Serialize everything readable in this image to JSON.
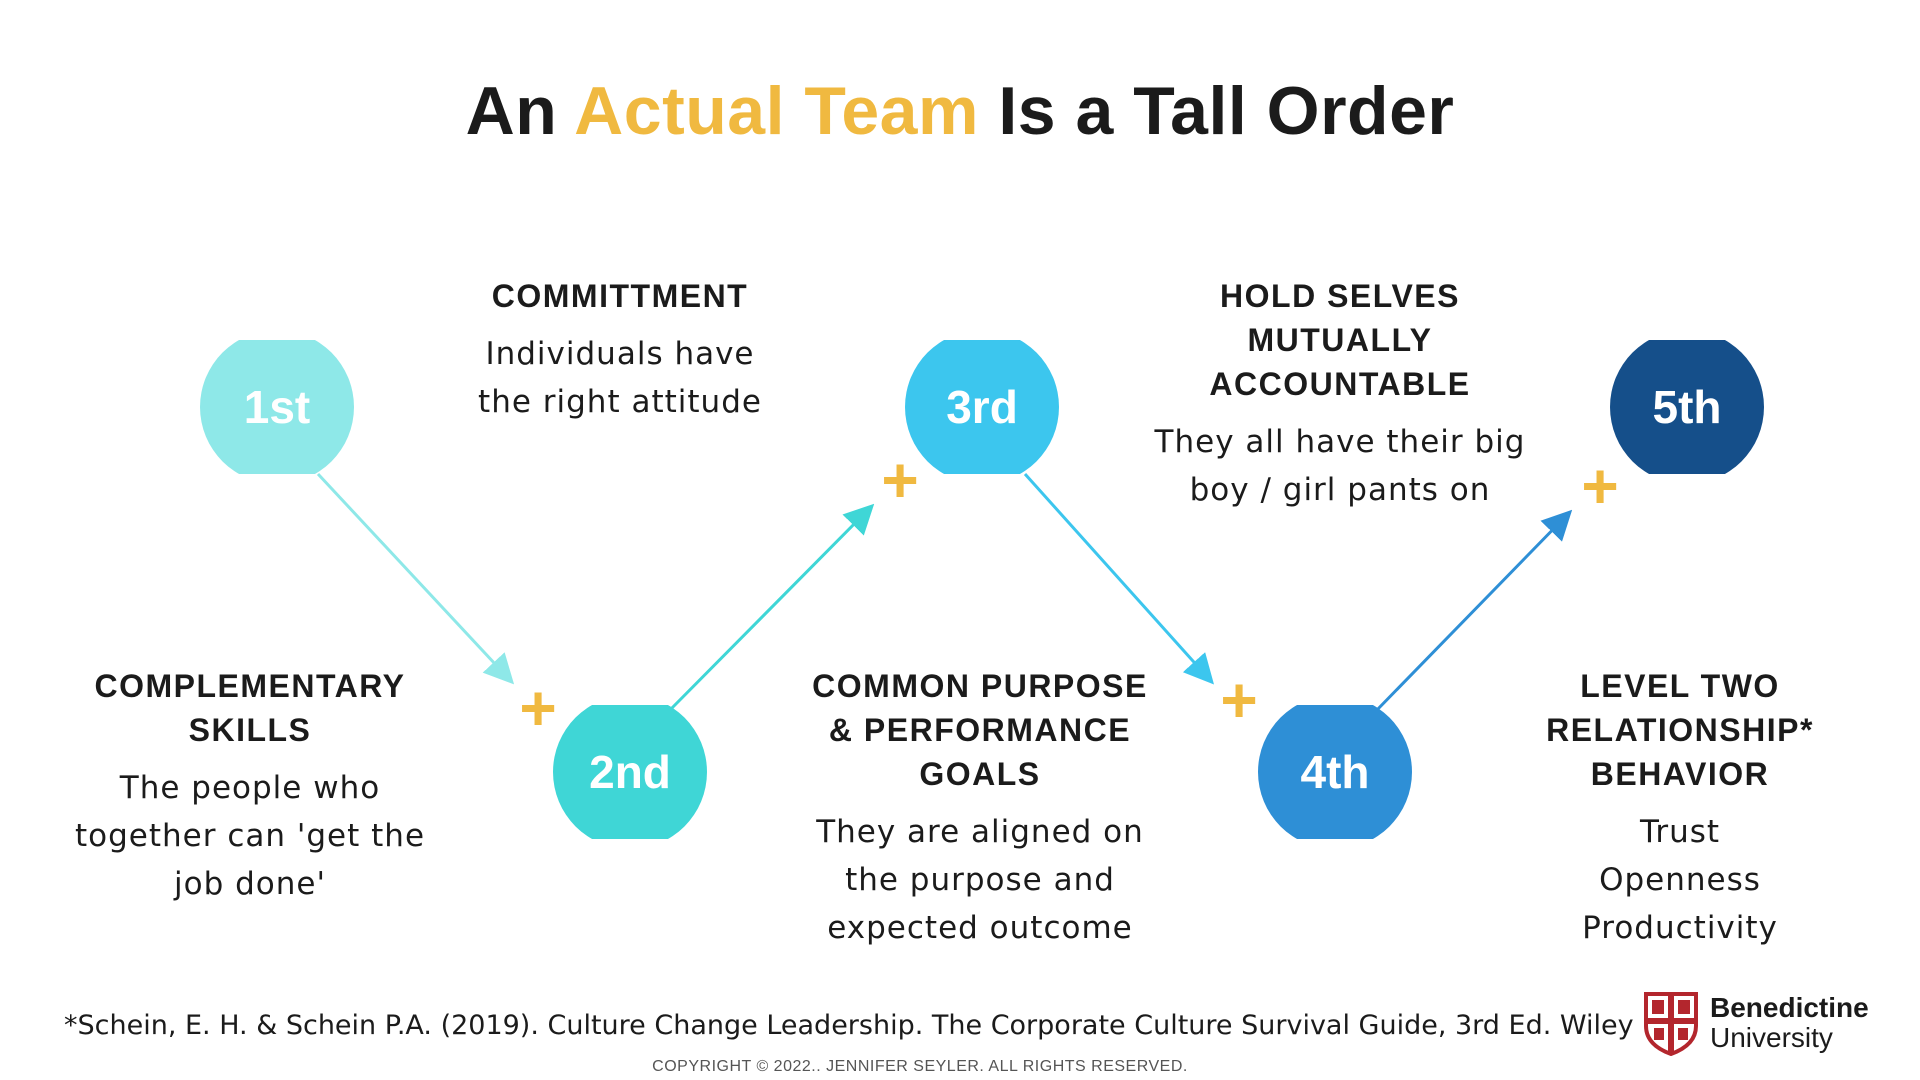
{
  "title": {
    "prefix": "An",
    "accent": "Actual Team",
    "suffix": "Is a Tall Order"
  },
  "colors": {
    "accent": "#f0b940",
    "step1": "#8ee8e8",
    "step2": "#3fd6d6",
    "step3": "#3cc6ee",
    "step4": "#2e8fd6",
    "step5": "#154f8a"
  },
  "steps": [
    {
      "label": "1st",
      "heading": "COMPLEMENTARY\nSKILLS",
      "body": "The people who\ntogether can 'get the\njob done'"
    },
    {
      "label": "2nd",
      "heading": "COMMITTMENT",
      "body": "Individuals have\nthe right attitude"
    },
    {
      "label": "3rd",
      "heading": "COMMON PURPOSE\n& PERFORMANCE\nGOALS",
      "body": "They are aligned on\nthe purpose and\nexpected outcome"
    },
    {
      "label": "4th",
      "heading": "HOLD SELVES\nMUTUALLY\nACCOUNTABLE",
      "body": "They all have their big\nboy / girl pants on"
    },
    {
      "label": "5th",
      "heading": "LEVEL TWO\nRELATIONSHIP*\nBEHAVIOR",
      "body": "Trust\nOpenness\nProductivity"
    }
  ],
  "plus_symbol": "+",
  "footer": {
    "reference": "*Schein, E. H. & Schein P.A. (2019). Culture Change Leadership. The Corporate Culture Survival Guide, 3rd Ed. Wiley",
    "copyright": "COPYRIGHT © 2022.. JENNIFER SEYLER. ALL RIGHTS RESERVED."
  },
  "logo": {
    "line1": "Benedictine",
    "line2": "University"
  }
}
